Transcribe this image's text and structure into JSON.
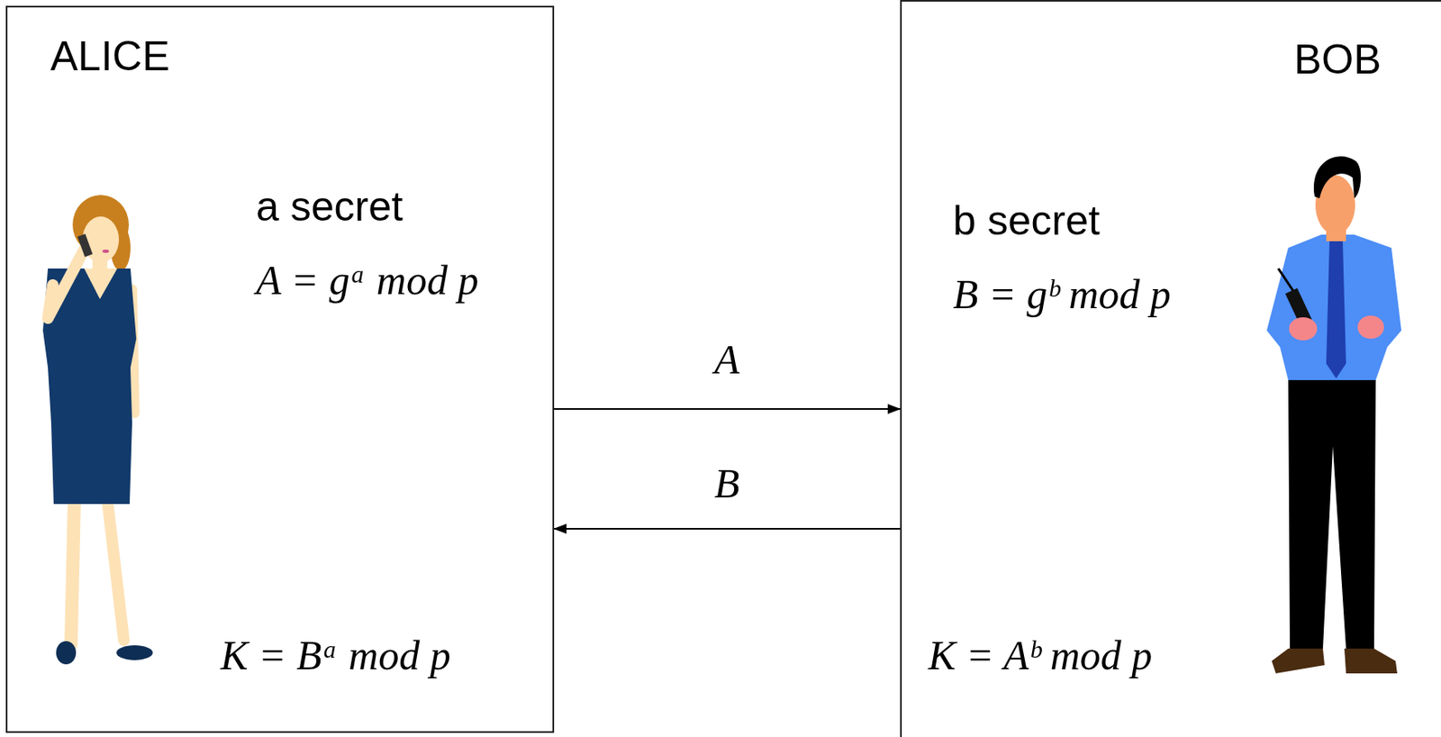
{
  "diagram": {
    "nodes": [
      {
        "text": [
          "ALICE",
          "a secret",
          "A = gᵃ mod p",
          "K = Bᵃ mod p"
        ]
      },
      {
        "text": [
          "BOB",
          "b secret",
          "B = gᵇ mod p",
          "K = Aᵇ mod p"
        ]
      }
    ],
    "edges": [
      {
        "from": 0,
        "to": 1,
        "arrow": "to",
        "label": "A"
      },
      {
        "from": 1,
        "to": 0,
        "arrow": "to",
        "label": "B"
      }
    ]
  }
}
